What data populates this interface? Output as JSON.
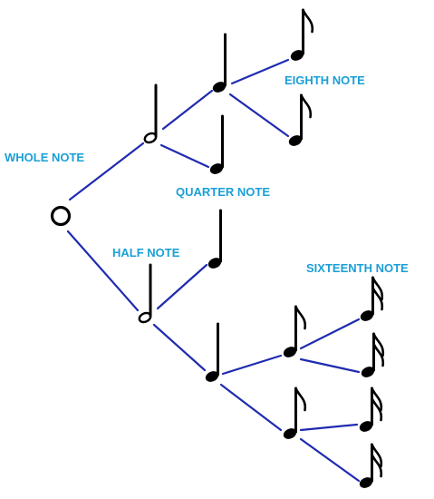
{
  "labels": {
    "whole": "WHOLE NOTE",
    "half": "HALF NOTE",
    "quarter": "QUARTER NOTE",
    "eighth": "EIGHTH NOTE",
    "sixteenth": "SIXTEENTH NOTE"
  },
  "colors": {
    "label": "#1a9fd6",
    "line": "#1f2bb0",
    "note": "#000000",
    "background": "#ffffff"
  },
  "tree": {
    "levels": [
      "whole",
      "half",
      "quarter",
      "eighth",
      "sixteenth"
    ],
    "branching": 2
  }
}
